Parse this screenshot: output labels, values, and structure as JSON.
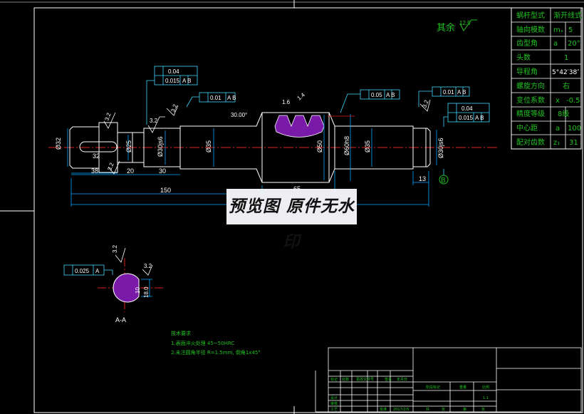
{
  "params_table": {
    "rows": [
      {
        "label": "蜗杆型式",
        "sym": "",
        "val": "渐开线式"
      },
      {
        "label": "轴向模数",
        "sym": "mₓ",
        "val": "5"
      },
      {
        "label": "齿型角",
        "sym": "a",
        "val": "20°"
      },
      {
        "label": "头数",
        "sym": "",
        "val": "1"
      },
      {
        "label": "导程角",
        "sym": "",
        "val": "5°42′38″"
      },
      {
        "label": "螺旋方向",
        "sym": "",
        "val": "右"
      },
      {
        "label": "变位系数",
        "sym": "x",
        "val": "-0.5"
      },
      {
        "label": "精度等级",
        "sym": "",
        "val": "8级"
      },
      {
        "label": "中心距",
        "sym": "a",
        "val": "100"
      },
      {
        "label": "配对齿数",
        "sym": "z₁",
        "val": "31"
      }
    ]
  },
  "roughness_note": {
    "label": "其余",
    "value": "12.5"
  },
  "dims": {
    "d_end": "Ø32",
    "len_38": "38",
    "len_32": "32",
    "len_20": "20",
    "len_30": "30",
    "d25": "Ø25",
    "d30js6_a": "Ø30js6",
    "d35_a": "Ø35",
    "d50": "Ø50",
    "d60h8": "Ø60h8",
    "d35_b": "Ø35",
    "d30js6_b": "Ø30js6",
    "len_150": "150",
    "len_65": "65",
    "len_13": "13",
    "chamfer_30": "30.00°",
    "r_16": "1.6",
    "r_14": "1.4",
    "tol_004": "0.04",
    "tol_0015": "0.015",
    "ref_ab": "A B",
    "tol_001": "0.01",
    "tol_005": "0.05",
    "tol_004b": "0.04",
    "tol_0015b": "0.015",
    "ra_32a": "3.2",
    "ra_32b": "3.2",
    "ra_32c": "3.2",
    "ra_32d": "3.2",
    "ra_32e": "3.2",
    "datum_b": "B"
  },
  "section": {
    "sym_tol": "0.025",
    "ref": "A",
    "dim_10": "10",
    "dim_18": "18.0",
    "dim_32": "3.2",
    "dim_ra": "3.2",
    "label": "A-A"
  },
  "notes": {
    "title": "技术要求",
    "line1": "1.表面淬火处理 45~50HRC",
    "line2": "2.未注圆角半径 R=1.5mm, 倒角1x45°"
  },
  "title_block": {
    "c1": "标记",
    "c2": "处数",
    "c3": "更改文件号",
    "c4": "签名",
    "c5": "年月日",
    "c6": "阶段标记",
    "c7": "重量",
    "c8": "比例",
    "c9": "1:1",
    "c10": "设计",
    "c11": "审核",
    "c12": "工艺",
    "c13": "批准",
    "c14": "2017/2/5",
    "c15": "共",
    "c16": "张",
    "c17": "第",
    "c18": "张"
  },
  "watermark": "预览图 原件无水印",
  "colors": {
    "bg": "#000000",
    "frame": "#ffffff",
    "dim": "#00a8ff",
    "center": "#e02020",
    "text_green": "#22c022",
    "hatch": "#7a1aa8",
    "leader": "#00c8ff",
    "tol_box": "#40d8ff"
  }
}
